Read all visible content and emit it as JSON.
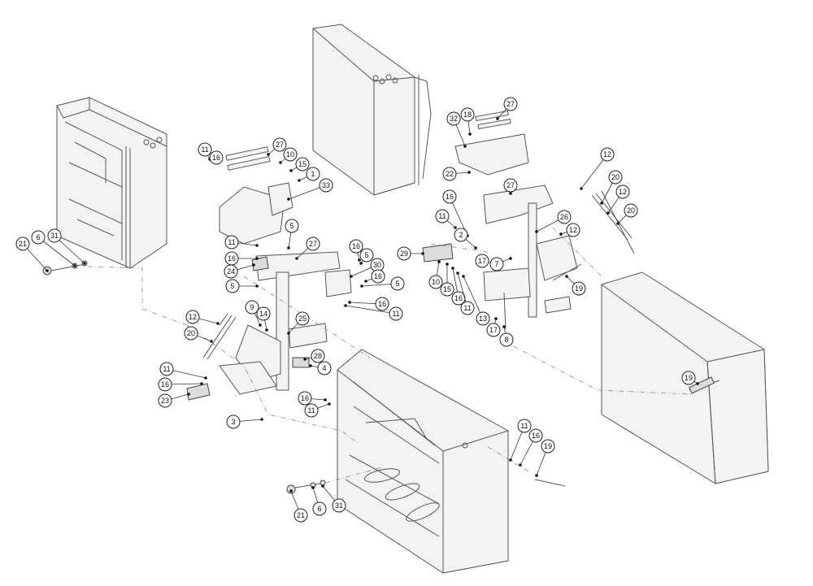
{
  "callouts": [
    {
      "id": "c-11-a",
      "label": "11"
    },
    {
      "id": "c-16-a",
      "label": "16"
    },
    {
      "id": "c-27-a",
      "label": "27"
    },
    {
      "id": "c-10-a",
      "label": "10"
    },
    {
      "id": "c-15-a",
      "label": "15"
    },
    {
      "id": "c-1",
      "label": "1"
    },
    {
      "id": "c-33",
      "label": "33"
    },
    {
      "id": "c-21-a",
      "label": "21"
    },
    {
      "id": "c-6-a",
      "label": "6"
    },
    {
      "id": "c-31-a",
      "label": "31"
    },
    {
      "id": "c-5-a",
      "label": "5"
    },
    {
      "id": "c-11-b",
      "label": "11"
    },
    {
      "id": "c-16-b",
      "label": "16"
    },
    {
      "id": "c-24",
      "label": "24"
    },
    {
      "id": "c-5-b",
      "label": "5"
    },
    {
      "id": "c-27-b",
      "label": "27"
    },
    {
      "id": "c-16-c",
      "label": "16"
    },
    {
      "id": "c-5-c",
      "label": "5"
    },
    {
      "id": "c-30",
      "label": "30"
    },
    {
      "id": "c-16-d",
      "label": "16"
    },
    {
      "id": "c-5-d",
      "label": "5"
    },
    {
      "id": "c-16-e",
      "label": "16"
    },
    {
      "id": "c-11-c",
      "label": "11"
    },
    {
      "id": "c-12-a",
      "label": "12"
    },
    {
      "id": "c-9",
      "label": "9"
    },
    {
      "id": "c-14",
      "label": "14"
    },
    {
      "id": "c-25",
      "label": "25"
    },
    {
      "id": "c-20-a",
      "label": "20"
    },
    {
      "id": "c-28",
      "label": "28"
    },
    {
      "id": "c-4",
      "label": "4"
    },
    {
      "id": "c-11-d",
      "label": "11"
    },
    {
      "id": "c-16-f",
      "label": "16"
    },
    {
      "id": "c-23",
      "label": "23"
    },
    {
      "id": "c-16-g",
      "label": "16"
    },
    {
      "id": "c-11-e",
      "label": "11"
    },
    {
      "id": "c-3",
      "label": "3"
    },
    {
      "id": "c-18",
      "label": "18"
    },
    {
      "id": "c-27-c",
      "label": "27"
    },
    {
      "id": "c-32",
      "label": "32"
    },
    {
      "id": "c-22",
      "label": "22"
    },
    {
      "id": "c-27-d",
      "label": "27"
    },
    {
      "id": "c-16-h",
      "label": "16"
    },
    {
      "id": "c-11-f",
      "label": "11"
    },
    {
      "id": "c-26",
      "label": "26"
    },
    {
      "id": "c-12-b",
      "label": "12"
    },
    {
      "id": "c-20-b",
      "label": "20"
    },
    {
      "id": "c-12-c",
      "label": "12"
    },
    {
      "id": "c-20-c",
      "label": "20"
    },
    {
      "id": "c-12-d",
      "label": "12"
    },
    {
      "id": "c-2",
      "label": "2"
    },
    {
      "id": "c-29",
      "label": "29"
    },
    {
      "id": "c-17-a",
      "label": "17"
    },
    {
      "id": "c-7",
      "label": "7"
    },
    {
      "id": "c-10-b",
      "label": "10"
    },
    {
      "id": "c-15-b",
      "label": "15"
    },
    {
      "id": "c-16-i",
      "label": "16"
    },
    {
      "id": "c-11-g",
      "label": "11"
    },
    {
      "id": "c-13",
      "label": "13"
    },
    {
      "id": "c-19-a",
      "label": "19"
    },
    {
      "id": "c-17-b",
      "label": "17"
    },
    {
      "id": "c-8",
      "label": "8"
    },
    {
      "id": "c-19-b",
      "label": "19"
    },
    {
      "id": "c-11-h",
      "label": "11"
    },
    {
      "id": "c-16-j",
      "label": "16"
    },
    {
      "id": "c-19-c",
      "label": "19"
    },
    {
      "id": "c-21-b",
      "label": "21"
    },
    {
      "id": "c-6-b",
      "label": "6"
    },
    {
      "id": "c-31-b",
      "label": "31"
    }
  ]
}
